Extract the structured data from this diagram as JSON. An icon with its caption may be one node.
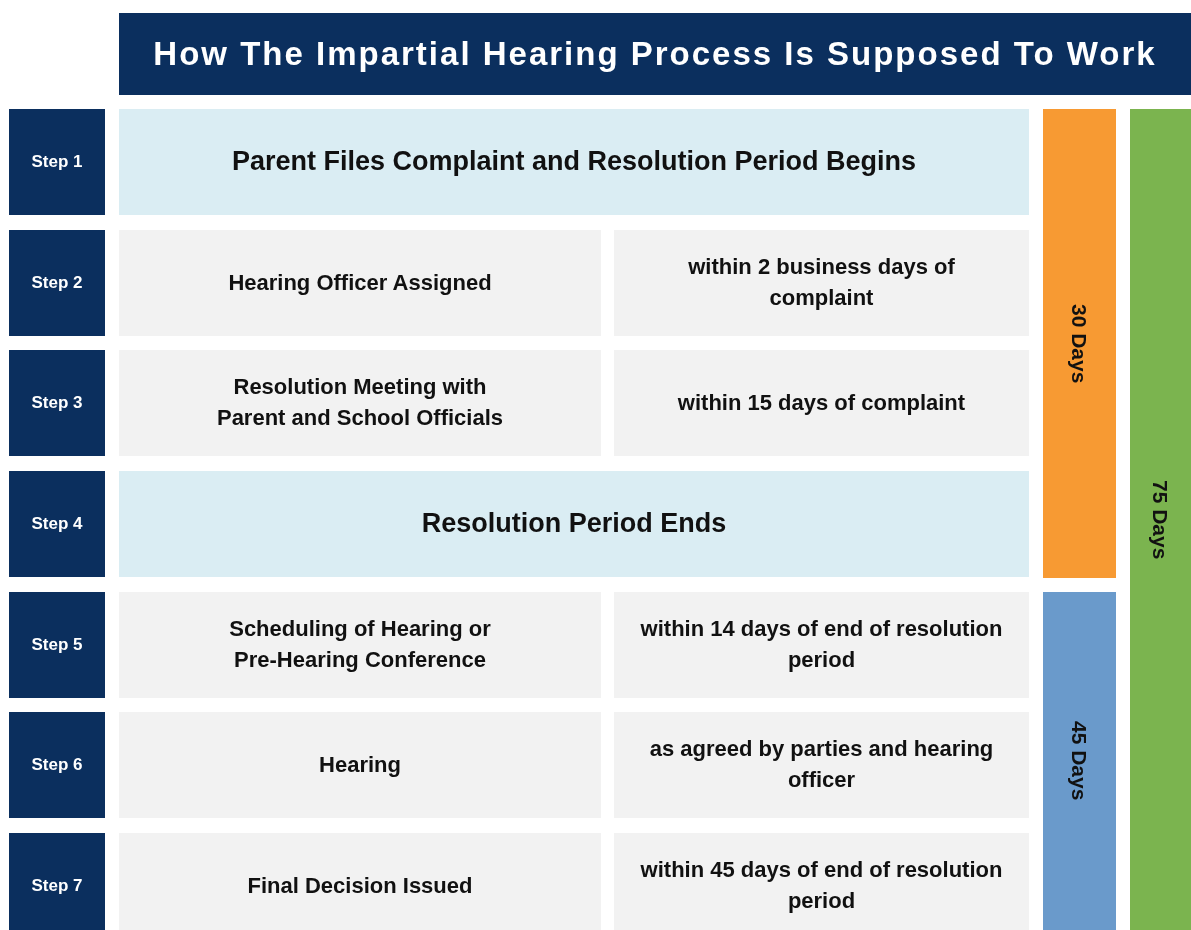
{
  "diagram": {
    "title": "How The Impartial Hearing Process Is Supposed To Work",
    "nodes": [
      {
        "text": [
          "Step 1"
        ]
      },
      {
        "text": [
          "Parent Files Complaint and Resolution Period Begins"
        ]
      },
      {
        "text": [
          "Step 2"
        ]
      },
      {
        "text": [
          "Hearing Officer Assigned"
        ]
      },
      {
        "text": [
          "within 2 business days of complaint"
        ]
      },
      {
        "text": [
          "Step 3"
        ]
      },
      {
        "text": [
          "Resolution Meeting with Parent and School Officials"
        ]
      },
      {
        "text": [
          "within 15 days of complaint"
        ]
      },
      {
        "text": [
          "Step 4"
        ]
      },
      {
        "text": [
          "Resolution Period Ends"
        ]
      },
      {
        "text": [
          "Step 5"
        ]
      },
      {
        "text": [
          "Scheduling of Hearing or Pre-Hearing Conference"
        ]
      },
      {
        "text": [
          "within 14 days of end of resolution period"
        ]
      },
      {
        "text": [
          "Step 6"
        ]
      },
      {
        "text": [
          "Hearing"
        ]
      },
      {
        "text": [
          "as agreed by parties and hearing officer"
        ]
      },
      {
        "text": [
          "Step 7"
        ]
      },
      {
        "text": [
          "Final Decision Issued"
        ]
      },
      {
        "text": [
          "within 45 days of end of resolution period"
        ]
      },
      {
        "text": [
          "30 Days"
        ]
      },
      {
        "text": [
          "45 Days"
        ]
      },
      {
        "text": [
          "75 Days"
        ]
      }
    ]
  }
}
